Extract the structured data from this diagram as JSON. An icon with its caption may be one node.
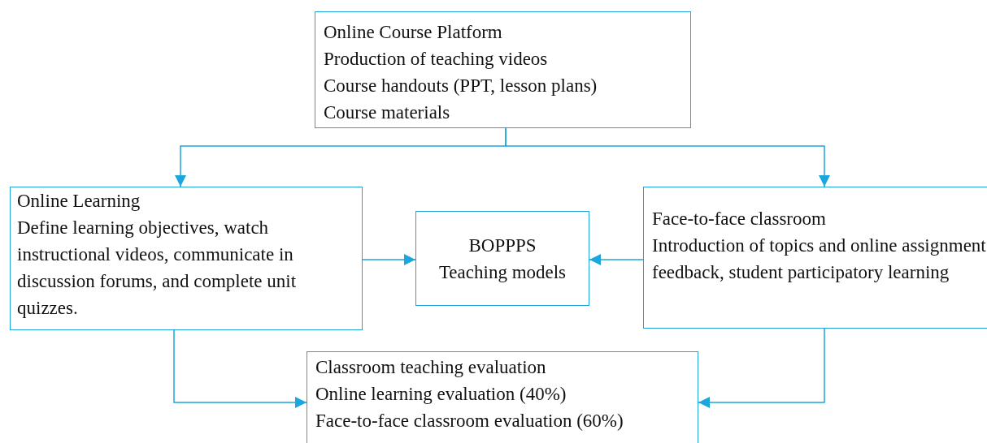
{
  "diagram": {
    "nodes": [
      {
        "text": [
          "Online Course Platform",
          "Production of teaching videos",
          "Course handouts (PPT, lesson plans)",
          "Course materials"
        ]
      },
      {
        "text": [
          "Online Learning",
          "Define learning objectives, watch instructional videos, communicate in discussion forums, and complete unit quizzes."
        ]
      },
      {
        "text": [
          "BOPPPS",
          "Teaching models"
        ]
      },
      {
        "text": [
          "Face-to-face classroom",
          "Introduction of topics and online assignment feedback, student participatory learning"
        ]
      },
      {
        "text": [
          "Classroom teaching evaluation",
          "Online learning evaluation (40%)",
          "Face-to-face classroom evaluation (60%)"
        ]
      }
    ],
    "edges": [
      {
        "from": 0,
        "to": 1,
        "arrow": "to"
      },
      {
        "from": 0,
        "to": 3,
        "arrow": "to"
      },
      {
        "from": 1,
        "to": 2,
        "arrow": "to"
      },
      {
        "from": 3,
        "to": 2,
        "arrow": "to"
      },
      {
        "from": 1,
        "to": 4,
        "arrow": "to"
      },
      {
        "from": 3,
        "to": 4,
        "arrow": "to"
      }
    ]
  }
}
